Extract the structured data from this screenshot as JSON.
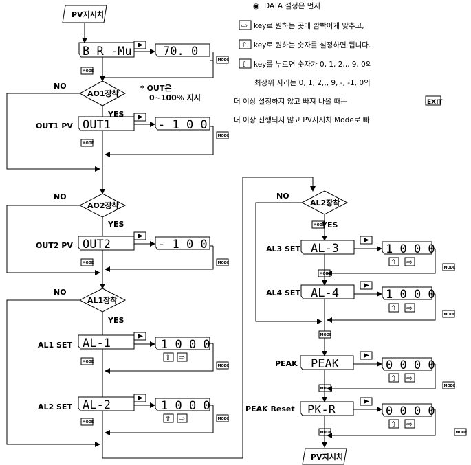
{
  "notes": {
    "bullet": "◉",
    "line1": "DATA 설정은 먼저",
    "key_right": "⇨",
    "line2": "key로 원하는 곳에  깜빡이게 맞추고,",
    "key_up": "⇧",
    "line3": "key로 원하는 숫자를 설정하면 됩니다.",
    "line4": "key를  누르면  숫자가  0,  1,  2,,,  9,  0의",
    "line5": "최상위  자리는  0,  1,  2,,,  9,  -,  -1,  0의",
    "line6a": "더  이상  설정하지  않고  빠져  나올  때는",
    "exit_key": "EXIT",
    "line7": "더  이상  진행되지  않고  PV지시치  Mode로  빠"
  },
  "keys": {
    "play": "▶",
    "mode": "MODE",
    "up": "⇧",
    "right": "⇨"
  },
  "flow": {
    "start": "PV지시치",
    "end": "PV지시치",
    "yes": "YES",
    "no": "NO",
    "out_note_1": "* OUT은",
    "out_note_2": "0~100% 지시",
    "steps": {
      "brmu": {
        "display": "B R -Mu",
        "value": "70. 0"
      },
      "ao1": "AO1장착",
      "out1": {
        "label": "OUT1 PV",
        "display": "OUT1",
        "value": "- 1 0 0"
      },
      "ao2": "AO2장착",
      "out2": {
        "label": "OUT2  PV",
        "display": "OUT2",
        "value": "- 1 0 0"
      },
      "al1": "AL1장착",
      "al1set": {
        "label": "AL1 SET",
        "display": "AL-1",
        "value": "1 0 0 0"
      },
      "al2set": {
        "label": "AL2 SET",
        "display": "AL-2",
        "value": "1 0 0 0"
      },
      "al2": "AL2장착",
      "al3set": {
        "label": "AL3 SET",
        "display": "AL-3",
        "value": "1 0 0 0"
      },
      "al4set": {
        "label": "AL4 SET",
        "display": "AL-4",
        "value": "1 0 0 0"
      },
      "peak": {
        "label": "PEAK",
        "display": "PEAK",
        "value": "0 0 0 0"
      },
      "peakreset": {
        "label": "PEAK Reset",
        "display": "PK-R",
        "value": "0 0 0 0"
      }
    }
  }
}
